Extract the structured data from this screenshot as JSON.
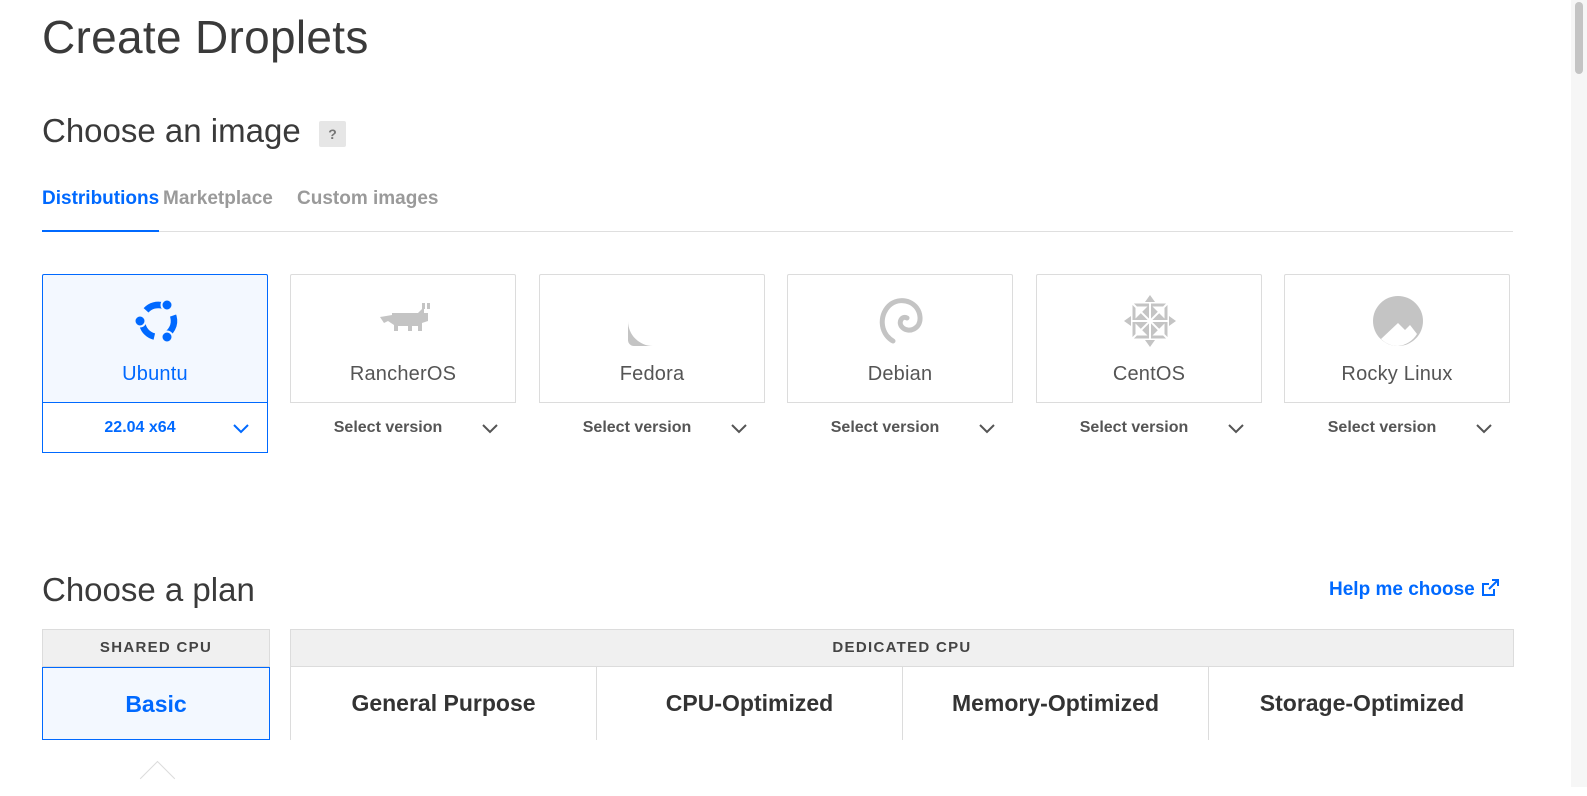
{
  "page": {
    "title": "Create Droplets"
  },
  "image_section": {
    "title": "Choose an image",
    "help_badge": "?",
    "tabs": [
      {
        "label": "Distributions",
        "active": true
      },
      {
        "label": "Marketplace",
        "active": false
      },
      {
        "label": "Custom images",
        "active": false
      }
    ],
    "distributions": [
      {
        "name": "Ubuntu",
        "version": "22.04 x64",
        "selected": true,
        "icon": "ubuntu-icon"
      },
      {
        "name": "RancherOS",
        "version": "Select version",
        "selected": false,
        "icon": "rancheros-icon"
      },
      {
        "name": "Fedora",
        "version": "Select version",
        "selected": false,
        "icon": "fedora-icon"
      },
      {
        "name": "Debian",
        "version": "Select version",
        "selected": false,
        "icon": "debian-icon"
      },
      {
        "name": "CentOS",
        "version": "Select version",
        "selected": false,
        "icon": "centos-icon"
      },
      {
        "name": "Rocky Linux",
        "version": "Select version",
        "selected": false,
        "icon": "rocky-linux-icon"
      }
    ]
  },
  "plan_section": {
    "title": "Choose a plan",
    "help_link": "Help me choose",
    "shared_cpu": {
      "header": "SHARED CPU",
      "options": [
        {
          "label": "Basic",
          "selected": true
        }
      ]
    },
    "dedicated_cpu": {
      "header": "DEDICATED CPU",
      "options": [
        {
          "label": "General Purpose",
          "selected": false
        },
        {
          "label": "CPU-Optimized",
          "selected": false
        },
        {
          "label": "Memory-Optimized",
          "selected": false
        },
        {
          "label": "Storage-Optimized",
          "selected": false
        }
      ]
    }
  },
  "colors": {
    "accent": "#0069ff",
    "icon_gray": "#c4c4c4",
    "border": "#dcdcdc",
    "selected_bg": "#f3f8ff"
  }
}
